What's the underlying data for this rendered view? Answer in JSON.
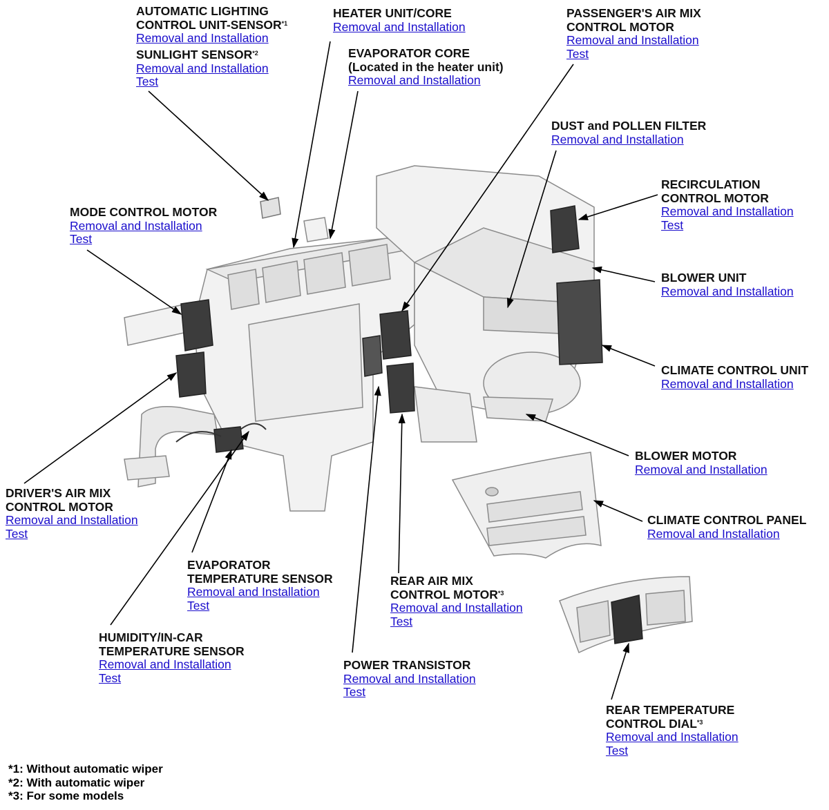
{
  "links": {
    "removal": "Removal and Installation",
    "test": "Test"
  },
  "callouts": {
    "auto_light": {
      "title1": "AUTOMATIC LIGHTING",
      "title2": "CONTROL UNIT-SENSOR",
      "sup2": "*1"
    },
    "sunlight": {
      "title1": "SUNLIGHT SENSOR",
      "sup1": "*2"
    },
    "heater_core": {
      "title1": "HEATER UNIT/CORE"
    },
    "evap_core": {
      "title1": "EVAPORATOR CORE",
      "title2": "(Located in the heater unit)"
    },
    "pass_airmix": {
      "title1": "PASSENGER'S AIR MIX",
      "title2": "CONTROL MOTOR"
    },
    "dust_filter": {
      "title1": "DUST and POLLEN FILTER"
    },
    "recirc": {
      "title1": "RECIRCULATION",
      "title2": "CONTROL MOTOR"
    },
    "blower_unit": {
      "title1": "BLOWER UNIT"
    },
    "climate_unit": {
      "title1": "CLIMATE CONTROL UNIT"
    },
    "blower_motor": {
      "title1": "BLOWER MOTOR"
    },
    "climate_panel": {
      "title1": "CLIMATE CONTROL PANEL"
    },
    "rear_temp_dial": {
      "title1": "REAR TEMPERATURE",
      "title2": "CONTROL DIAL",
      "sup2": "*3"
    },
    "mode_motor": {
      "title1": "MODE CONTROL MOTOR"
    },
    "driver_airmix": {
      "title1": "DRIVER'S AIR MIX",
      "title2": "CONTROL MOTOR"
    },
    "evap_temp": {
      "title1": "EVAPORATOR",
      "title2": "TEMPERATURE SENSOR"
    },
    "humidity": {
      "title1": "HUMIDITY/IN-CAR",
      "title2": "TEMPERATURE SENSOR"
    },
    "power_transistor": {
      "title1": "POWER TRANSISTOR"
    },
    "rear_airmix": {
      "title1": "REAR AIR MIX",
      "title2": "CONTROL MOTOR",
      "sup2": "*3"
    }
  },
  "footnotes": [
    "*1: Without automatic wiper",
    "*2: With automatic wiper",
    "*3: For some models"
  ],
  "colors": {
    "link": "#1a0dcc",
    "title": "#111111",
    "leader": "#000000",
    "part_stroke": "#8a8a8a",
    "part_fill": "#f2f2f2",
    "motor_fill": "#3c3c3c"
  }
}
